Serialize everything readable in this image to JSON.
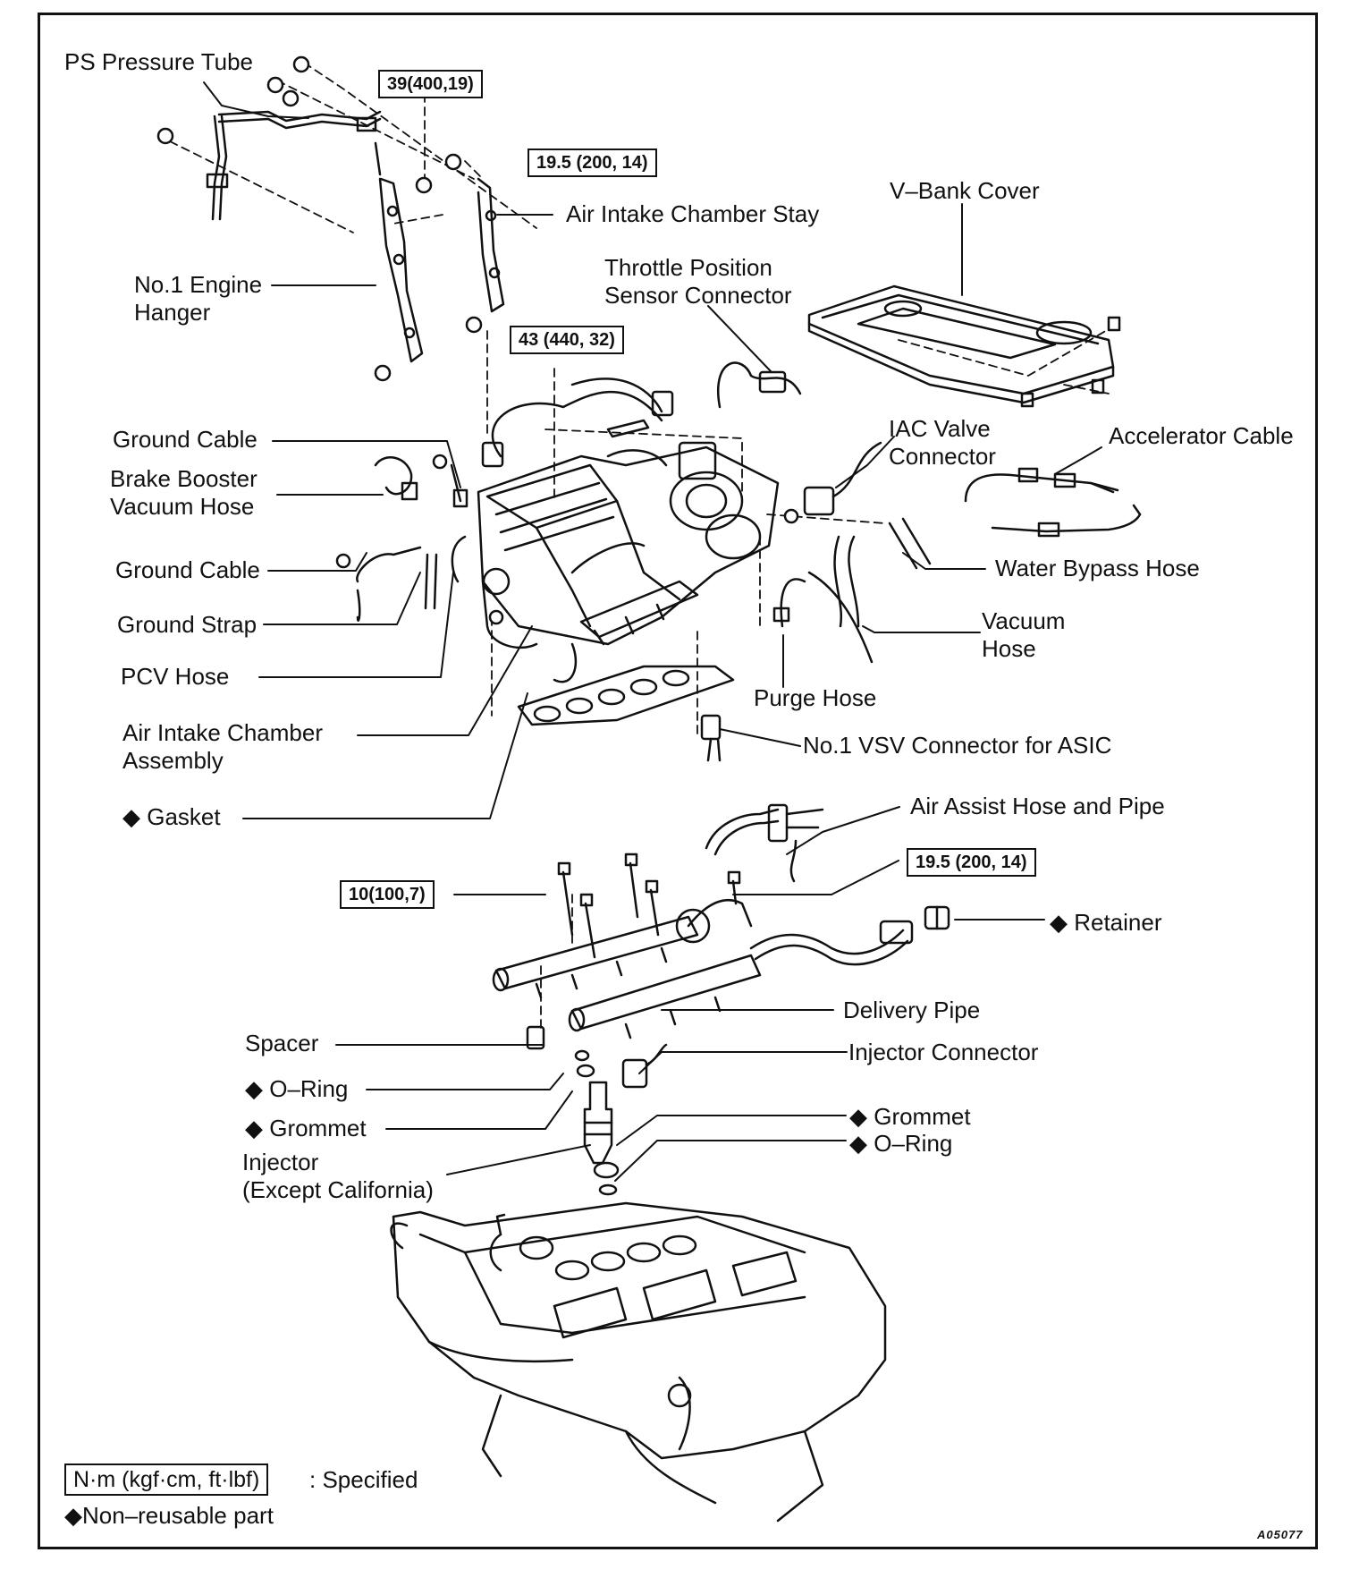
{
  "labels": {
    "ps_pressure_tube": "PS Pressure Tube",
    "no1_engine_hanger": "No.1 Engine\nHanger",
    "air_intake_chamber_stay": "Air Intake Chamber Stay",
    "v_bank_cover": "V–Bank Cover",
    "throttle_position_sensor_connector": "Throttle Position\nSensor Connector",
    "ground_cable_1": "Ground Cable",
    "brake_booster_vacuum_hose": "Brake Booster\nVacuum Hose",
    "iac_valve_connector": "IAC Valve\nConnector",
    "accelerator_cable": "Accelerator Cable",
    "ground_cable_2": "Ground Cable",
    "water_bypass_hose": "Water Bypass Hose",
    "ground_strap": "Ground Strap",
    "vacuum_hose": "Vacuum\nHose",
    "pcv_hose": "PCV Hose",
    "purge_hose": "Purge Hose",
    "air_intake_chamber_assembly": "Air Intake Chamber\nAssembly",
    "no1_vsv_connector": "No.1 VSV Connector for ASIC",
    "gasket": "◆ Gasket",
    "air_assist_hose_and_pipe": "Air Assist Hose and Pipe",
    "retainer": "◆ Retainer",
    "delivery_pipe": "Delivery Pipe",
    "spacer": "Spacer",
    "injector_connector": "Injector Connector",
    "o_ring_left": "◆ O–Ring",
    "grommet_left": "◆ Grommet",
    "grommet_right": "◆ Grommet",
    "o_ring_right": "◆ O–Ring",
    "injector": "Injector\n(Except California)"
  },
  "torques": {
    "t1": "39(400,19)",
    "t2": "19.5 (200, 14)",
    "t3": "43 (440, 32)",
    "t4": "19.5 (200, 14)",
    "t5": "10(100,7)"
  },
  "legend": {
    "unit_box": "N·m (kgf·cm, ft·lbf)",
    "specified": ": Specified",
    "non_reusable": "◆Non–reusable part"
  },
  "figure_code": "A05077"
}
